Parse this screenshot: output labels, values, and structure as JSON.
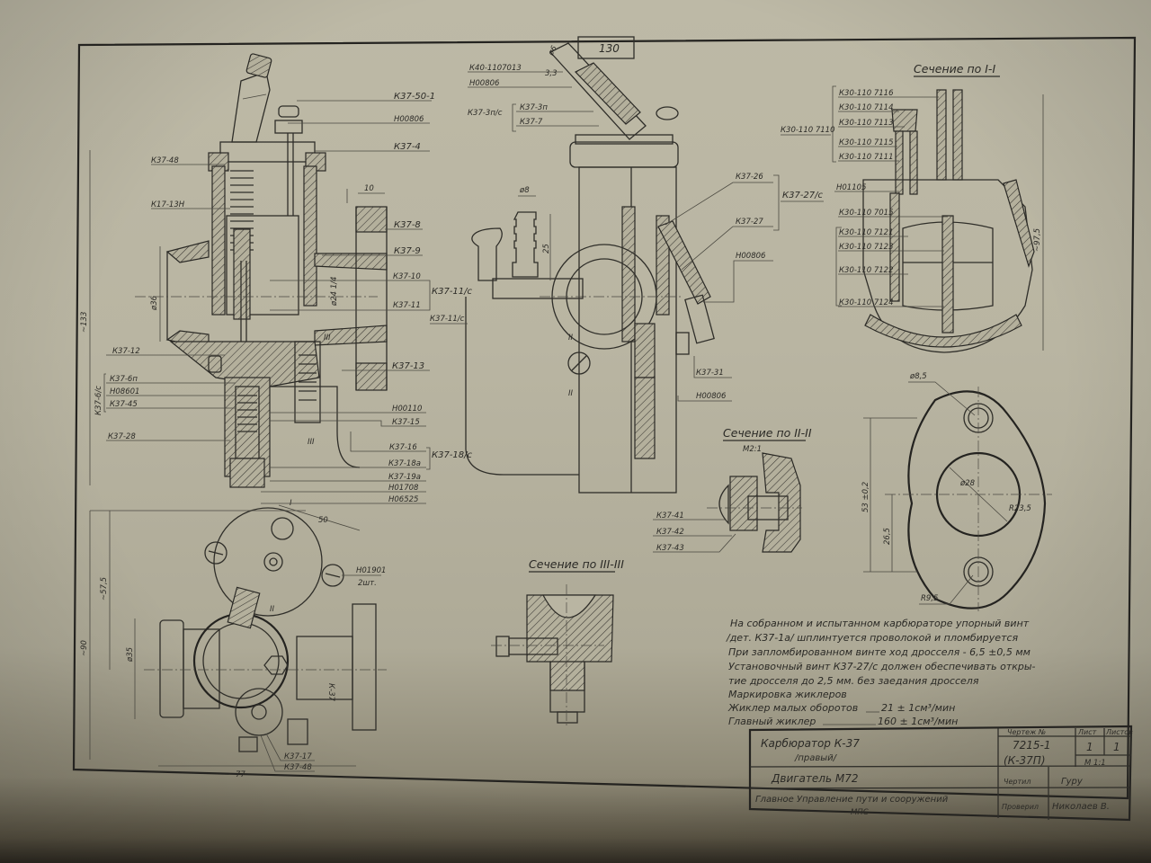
{
  "sheet": {
    "page_number": "130",
    "colors": {
      "paper": "#bdb9a6",
      "ink": "#2b2a26",
      "shadow": "#2e2a22"
    }
  },
  "main_view": {
    "labels_right": [
      "К37-50-1",
      "Н00806",
      "К37-4",
      "К37-8",
      "К37-9",
      "К37-10",
      "К37-11",
      "К37-13",
      "Н00110",
      "К37-15",
      "К37-16",
      "К37-18а",
      "К37-19а",
      "Н01708",
      "Н06525"
    ],
    "group_10_11": "К37-11/с",
    "group_16_18": "К37-18/с",
    "labels_left": [
      "К37-48",
      "К17-13Н",
      "К37-12",
      "К37-6п",
      "Н08601",
      "К37-45",
      "К37-28"
    ],
    "group_left": "К37-6/с",
    "dims": {
      "width_10": "10",
      "dia_36": "ø36",
      "dia_24": "ø24 1/4",
      "overall_133": "~133"
    },
    "section_mark": "III"
  },
  "side_view": {
    "labels_left": [
      "К40-1107013",
      "Н00806",
      "К37-3п/с",
      "К37-3п",
      "К37-7",
      "К37-11/с"
    ],
    "labels_right": [
      "К37-26",
      "К37-27",
      "К37-27/с",
      "Н00806",
      "К37-31",
      "Н00806"
    ],
    "dims": {
      "dia_6": "ø6",
      "d_3_3": "3,3",
      "dia_8": "ø8",
      "len_25": "25"
    },
    "section_mark": "II"
  },
  "section_1": {
    "title": "Сечение по I-I",
    "group": "К30-110 7110",
    "labels": [
      "К30-110 7116",
      "К30-110 7114",
      "К30-110 7113",
      "К30-110 7115",
      "К30-110 7111",
      "Н01105",
      "К30-110 7015",
      "К30-110 7121",
      "К30-110 7123",
      "К30-110 7122",
      "К30-110 7124"
    ],
    "dim": "~97,5"
  },
  "section_2": {
    "title": "Сечение по II-II",
    "scale": "М2:1",
    "labels": [
      "К37-41",
      "К37-42",
      "К37-43"
    ]
  },
  "section_3": {
    "title": "Сечение по III-III"
  },
  "flange": {
    "dims": {
      "hole": "ø8,5",
      "bore": "ø28",
      "radius": "R23,5",
      "height": "53 ±0,2",
      "half": "26,5",
      "corner": "R9,5"
    }
  },
  "bottom_view": {
    "labels": [
      "Н01901",
      "2шт.",
      "К37-17",
      "К37-48"
    ],
    "dims": {
      "d50": "50",
      "d57_5": "~57,5",
      "d90": "~90",
      "dia35": "ø35",
      "d77": "77"
    },
    "body_mark": "К-37",
    "section_marks": [
      "I",
      "II"
    ]
  },
  "notes": {
    "lines": [
      "На собранном и испытанном карбюраторе упорный винт",
      "/дет. К37-1а/ шплинтуется проволокой и пломбируется",
      "При запломбированном винте ход дросселя - 6,5 ±0,5 мм",
      "Установочный винт К37-27/с должен обеспечивать откры-",
      "тие дросселя до 2,5 мм. без заедания дросселя"
    ],
    "marking_title": "Маркировка жиклеров",
    "jets": [
      {
        "name": "Жиклер малых оборотов",
        "value": "21 ± 1см³/мин"
      },
      {
        "name": "Главный жиклер",
        "value": "160 ± 1см³/мин"
      }
    ]
  },
  "title_block": {
    "name": "Карбюратор К-37",
    "variant": "/правый/",
    "drawing_no_label": "Чертеж №",
    "drawing_no": "7215-1",
    "drawing_code": "(К-37П)",
    "sheet_label": "Лист",
    "sheets_label": "Листов",
    "sheet": "1",
    "sheets": "1",
    "scale": "М 1:1",
    "engine": "Двигатель М72",
    "org_line1": "Главное Управление пути и сооружений",
    "org_line2": "МПС",
    "drawn_label": "Чертил",
    "drawn_sign": "Гуру",
    "checked_label": "Проверил",
    "checked_by": "Николаев В."
  }
}
